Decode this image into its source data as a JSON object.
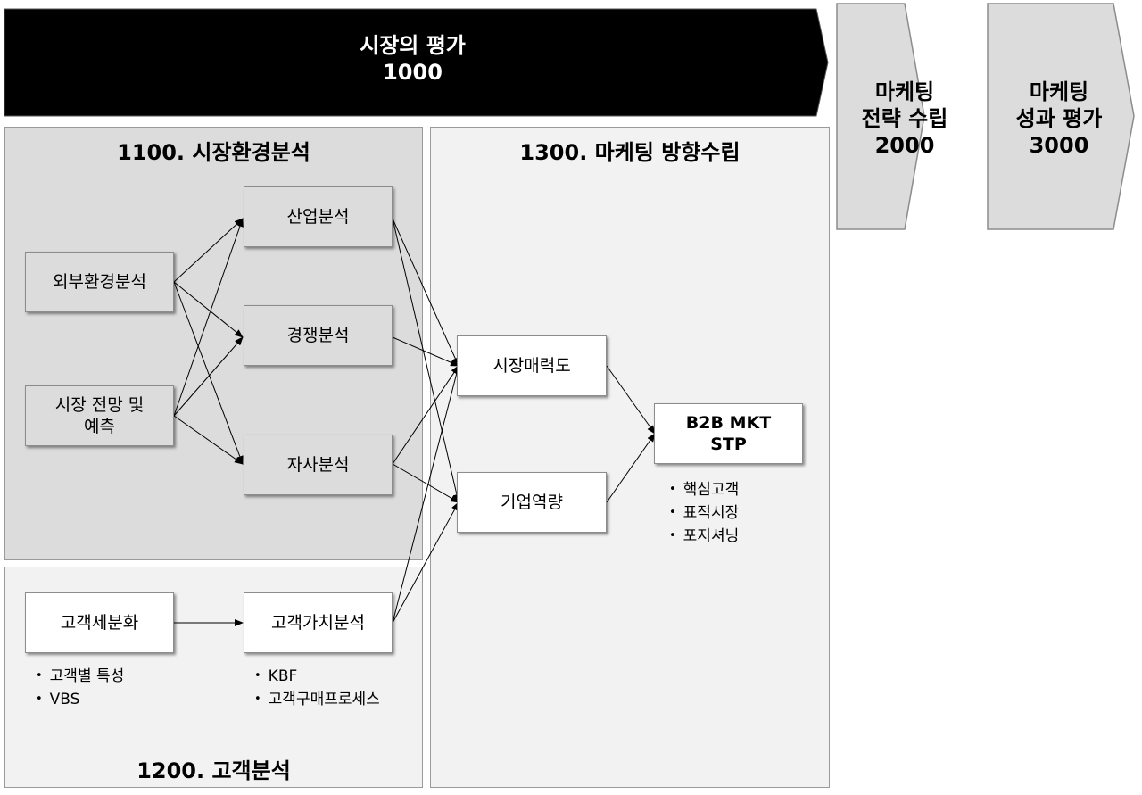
{
  "banner": {
    "title": "시장의 평가",
    "code": "1000"
  },
  "chevrons": [
    {
      "line1": "마케팅",
      "line2": "전략 수립",
      "code": "2000"
    },
    {
      "line1": "마케팅",
      "line2": "성과 평가",
      "code": "3000"
    }
  ],
  "panels": {
    "env": {
      "title": "1100. 시장환경분석"
    },
    "customer": {
      "title": "1200. 고객분석"
    },
    "direction": {
      "title": "1300. 마케팅 방향수립"
    }
  },
  "boxes": {
    "external": "외부환경분석",
    "forecast_line1": "시장 전망 및",
    "forecast_line2": "예측",
    "industry": "산업분석",
    "competition": "경쟁분석",
    "company": "자사분석",
    "segmentation": "고객세분화",
    "value": "고객가치분석",
    "attractiveness": "시장매력도",
    "capability": "기업역량",
    "stp_line1": "B2B MKT",
    "stp_line2": "STP"
  },
  "bullets": {
    "segmentation": [
      "고객별 특성",
      "VBS"
    ],
    "value": [
      "KBF",
      "고객구매프로세스"
    ],
    "stp": [
      "핵심고객",
      "표적시장",
      "포지셔닝"
    ]
  },
  "colors": {
    "banner": "#000000",
    "chevron_fill": "#dcdcdc",
    "env_panel": "#dcdcdc",
    "light_panel": "#f2f2f2"
  }
}
